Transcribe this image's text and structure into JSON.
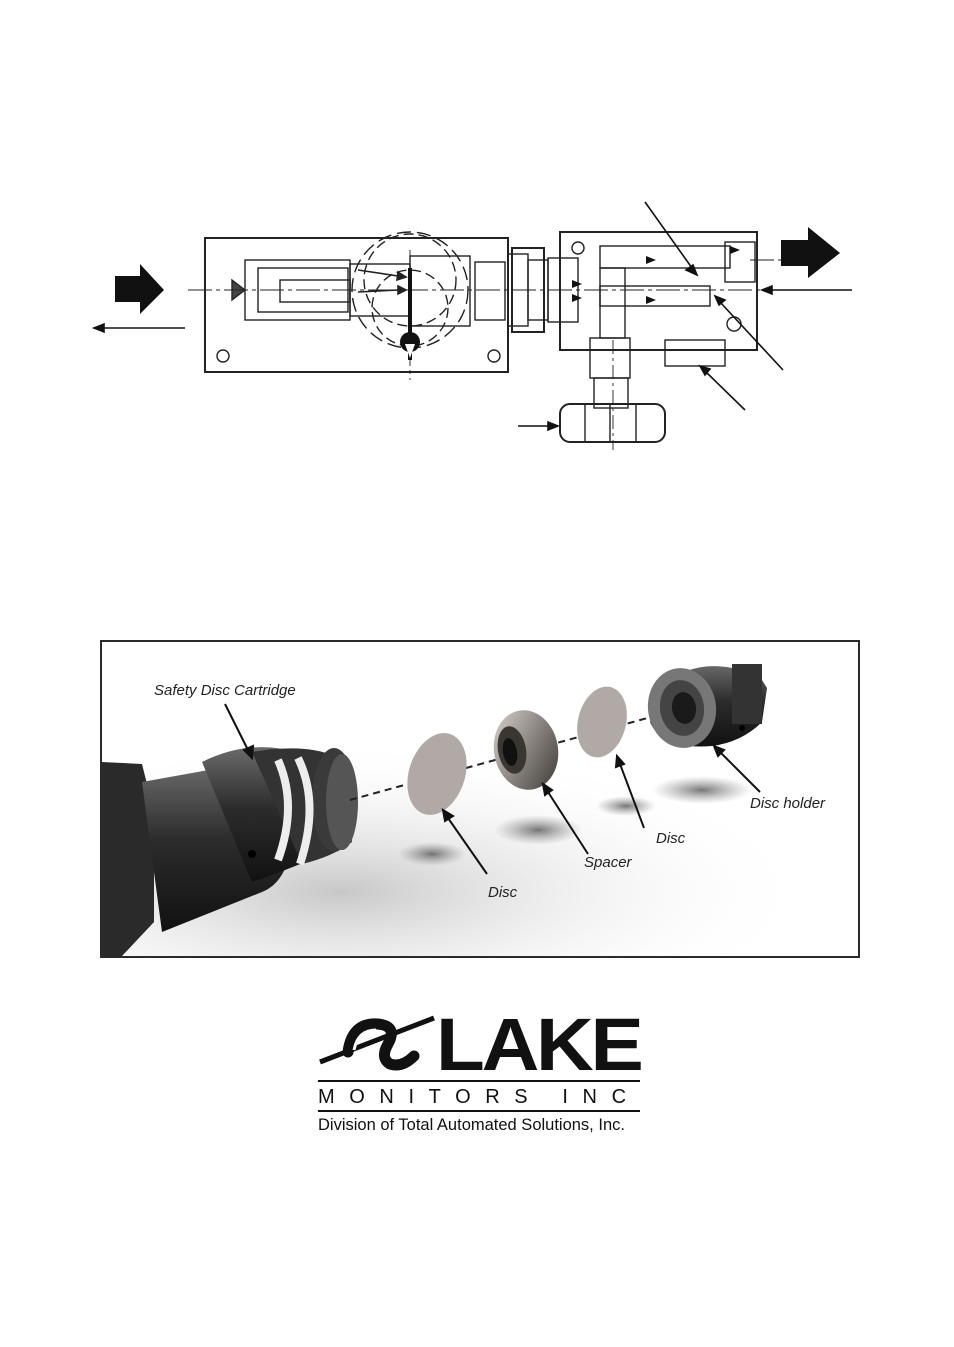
{
  "photo": {
    "labels": {
      "cartridge": "Safety Disc Cartridge",
      "disc_left": "Disc",
      "spacer": "Spacer",
      "disc_right": "Disc",
      "holder": "Disc holder"
    }
  },
  "logo": {
    "word": "LAKE",
    "sub": "MONITORS INC",
    "division": "Division of Total Automated Solutions, Inc."
  },
  "colors": {
    "ink": "#1a1a1a",
    "panel_border": "#2b2b2b",
    "disc": "#b0a9a5"
  }
}
